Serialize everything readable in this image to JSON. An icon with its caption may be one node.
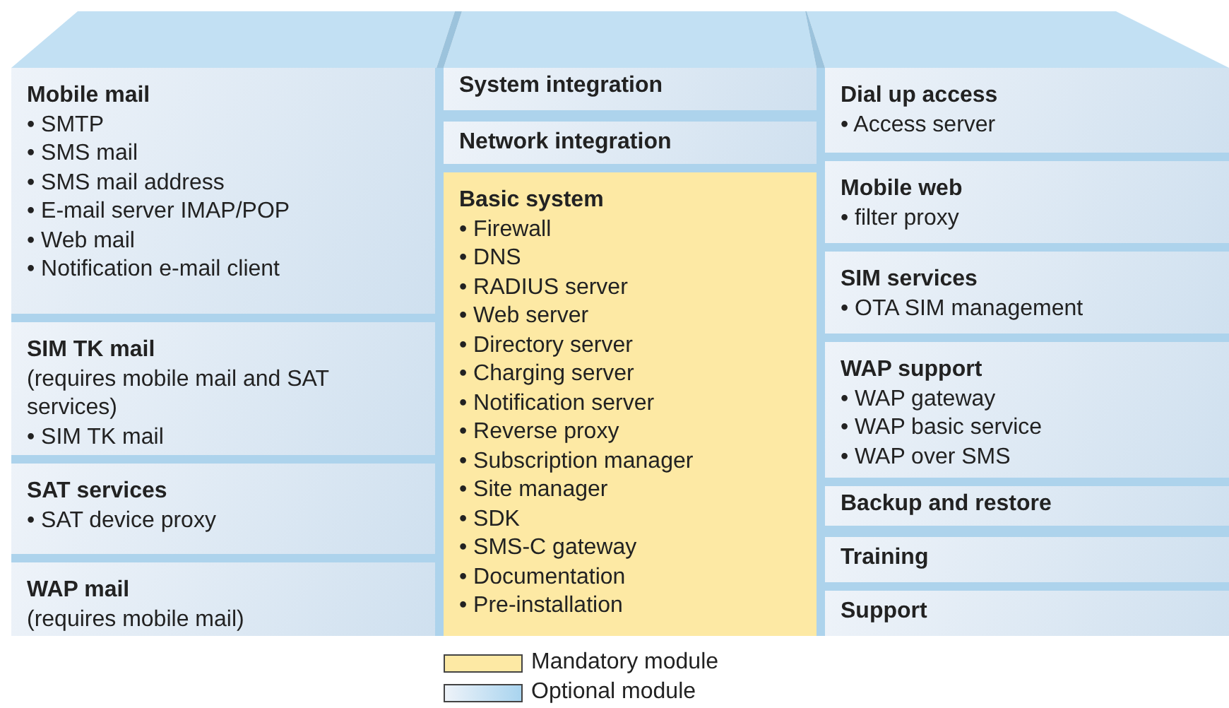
{
  "diagram": {
    "nodes": [
      {
        "text": [
          "Mobile mail",
          "• SMTP",
          "• SMS mail",
          "• SMS mail address",
          "• E-mail server IMAP/POP",
          "• Web mail",
          "• Notification e-mail client"
        ]
      },
      {
        "text": [
          "SIM TK mail",
          "(requires mobile mail and SAT services)",
          "• SIM TK mail"
        ]
      },
      {
        "text": [
          "SAT services",
          "• SAT device proxy"
        ]
      },
      {
        "text": [
          "WAP mail",
          "(requires mobile mail)"
        ]
      },
      {
        "text": [
          "System integration"
        ]
      },
      {
        "text": [
          "Network integration"
        ]
      },
      {
        "text": [
          "Basic system",
          "• Firewall",
          "• DNS",
          "• RADIUS server",
          "• Web server",
          "• Directory server",
          "• Charging server",
          "• Notification server",
          "• Reverse proxy",
          "• Subscription manager",
          "• Site manager",
          "• SDK",
          "• SMS-C gateway",
          "• Documentation",
          "• Pre-installation"
        ]
      },
      {
        "text": [
          "Dial up access",
          "• Access server"
        ]
      },
      {
        "text": [
          "Mobile web",
          "• filter proxy"
        ]
      },
      {
        "text": [
          "SIM services",
          "• OTA SIM management"
        ]
      },
      {
        "text": [
          "WAP support",
          "• WAP gateway",
          "• WAP basic service",
          "• WAP over SMS"
        ]
      },
      {
        "text": [
          "Backup and restore"
        ]
      },
      {
        "text": [
          "Training"
        ]
      },
      {
        "text": [
          "Support"
        ]
      }
    ],
    "legend": [
      {
        "text": "Mandatory module",
        "color": "#fde9a4"
      },
      {
        "text": "Optional module"
      }
    ]
  }
}
